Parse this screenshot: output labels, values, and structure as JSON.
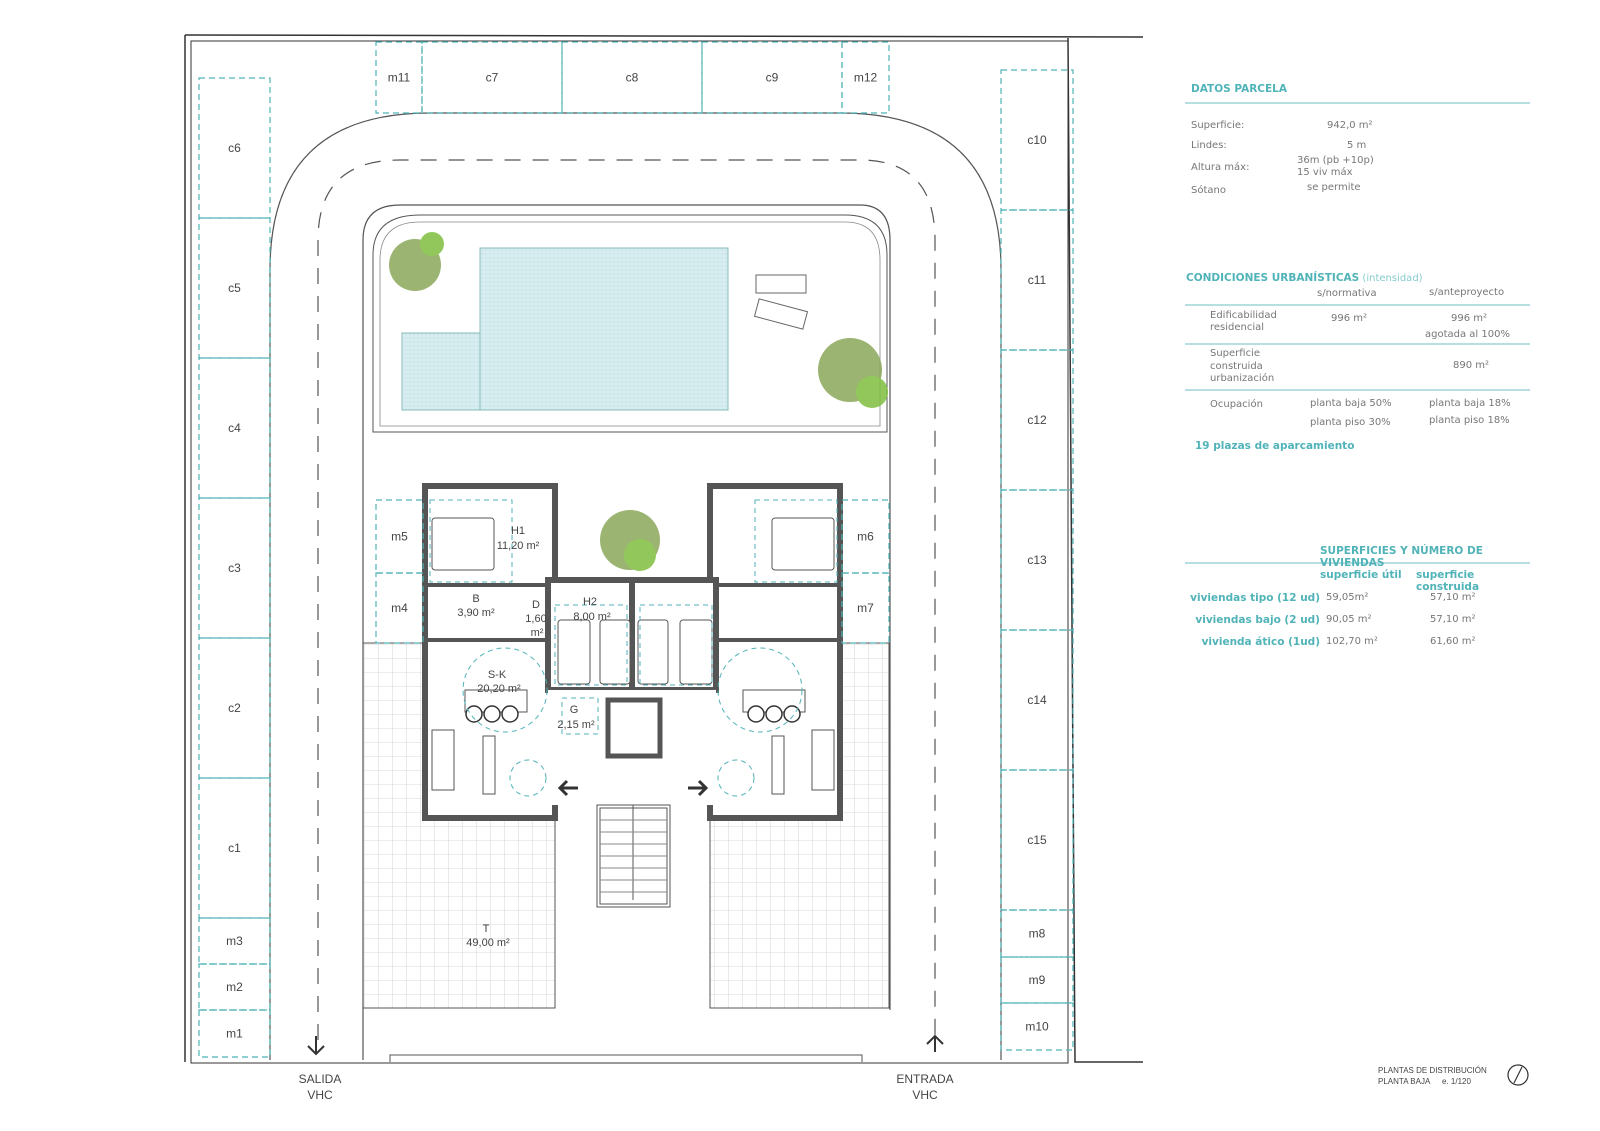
{
  "plan": {
    "parking_left": [
      "c6",
      "c5",
      "c4",
      "c3",
      "c2",
      "c1",
      "m3",
      "m2",
      "m1"
    ],
    "parking_right": [
      "c10",
      "c11",
      "c12",
      "c13",
      "c14",
      "c15",
      "m8",
      "m9",
      "m10"
    ],
    "parking_top": [
      "m11",
      "c7",
      "c8",
      "c9",
      "m12"
    ],
    "parking_inner": [
      "m5",
      "m4",
      "m6",
      "m7"
    ],
    "rooms": {
      "h1_name": "H1",
      "h1_area": "11,20 m²",
      "b_name": "B",
      "b_area": "3,90 m²",
      "d_name": "D",
      "d_area1": "1,60",
      "d_area2": "m²",
      "h2_name": "H2",
      "h2_area": "8,00 m²",
      "sk_name": "S-K",
      "sk_area": "20,20 m²",
      "g_name": "G",
      "g_area": "2,15 m²",
      "t_name": "T",
      "t_area": "49,00 m²"
    },
    "exit": {
      "line1": "SALIDA",
      "line2": "VHC"
    },
    "entry": {
      "line1": "ENTRADA",
      "line2": "VHC"
    }
  },
  "datos_parcela": {
    "title": "DATOS PARCELA",
    "rows": [
      {
        "label": "Superficie:",
        "value": "942,0 m²"
      },
      {
        "label": "Lindes:",
        "value": "5 m"
      },
      {
        "label": "Altura máx:",
        "value": "36m (pb +10p)",
        "value2": "15 viv máx"
      },
      {
        "label": "Sótano",
        "value": "se permite"
      }
    ]
  },
  "condiciones": {
    "title": "CONDICIONES URBANÍSTICAS",
    "subtitle": "(intensidad)",
    "col1": "s/normativa",
    "col2": "s/anteproyecto",
    "edif_label": "Edificabilidad residencial",
    "edif_norm": "996 m²",
    "edif_ante": "996 m²",
    "edif_ante2": "agotada al 100%",
    "sup_label": "Superficie construida urbanización",
    "sup_ante": "890 m²",
    "ocu_label": "Ocupación",
    "ocu_norm1": "planta baja 50%",
    "ocu_norm2": "planta piso 30%",
    "ocu_ante1": "planta baja 18%",
    "ocu_ante2": "planta piso 18%",
    "plazas": "19 plazas de aparcamiento"
  },
  "superficies": {
    "title": "SUPERFICIES Y NÚMERO DE VIVIENDAS",
    "col1": "superficie útil",
    "col2": "superficie construida",
    "rows": [
      {
        "label": "viviendas tipo (12 ud)",
        "util": "59,05m²",
        "construida": "57,10 m²"
      },
      {
        "label": "viviendas bajo (2 ud)",
        "util": "90,05 m²",
        "construida": "57,10 m²"
      },
      {
        "label": "vivienda ático (1ud)",
        "util": "102,70 m²",
        "construida": "61,60 m²"
      }
    ]
  },
  "footer": {
    "line1": "PLANTAS DE DISTRIBUCIÓN",
    "line2": "PLANTA BAJA",
    "scale": "e. 1/120"
  },
  "colors": {
    "accent": "#4fb3b8",
    "wall": "#555555",
    "pool": "#cfe9ec",
    "plant": "#7fbf3f"
  }
}
